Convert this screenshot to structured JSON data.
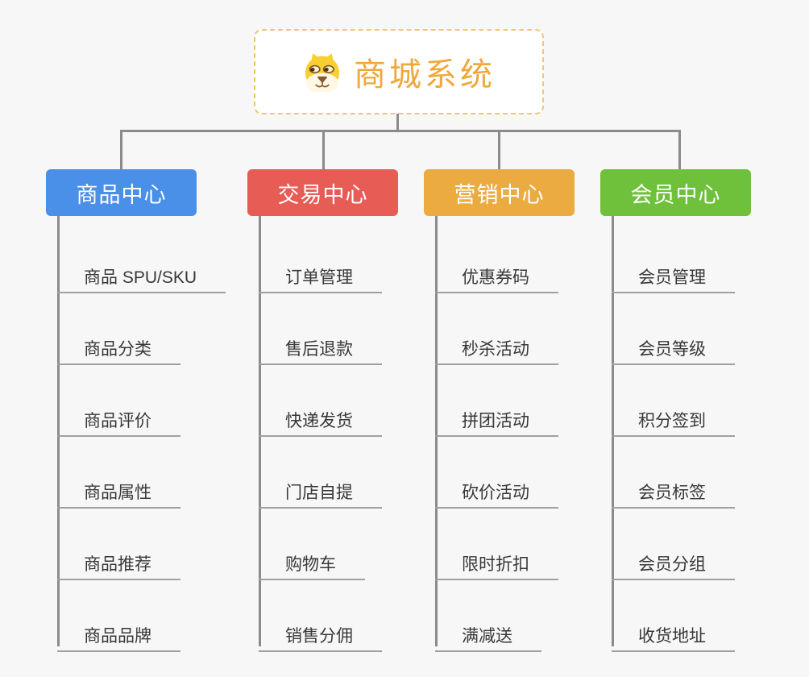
{
  "page": {
    "background": "#F7F7F7",
    "connector_color": "#8B8B8B",
    "underline_color": "#A0A0A0"
  },
  "root": {
    "title": "商城系统",
    "title_color": "#F0A73C",
    "border_color": "#F2C56F",
    "icon": "doge-face-icon"
  },
  "branches": [
    {
      "label": "商品中心",
      "color": "#4A8FE8",
      "items": [
        "商品 SPU/SKU",
        "商品分类",
        "商品评价",
        "商品属性",
        "商品推荐",
        "商品品牌"
      ]
    },
    {
      "label": "交易中心",
      "color": "#E75C55",
      "items": [
        "订单管理",
        "售后退款",
        "快递发货",
        "门店自提",
        "购物车",
        "销售分佣"
      ]
    },
    {
      "label": "营销中心",
      "color": "#EBAB41",
      "items": [
        "优惠券码",
        "秒杀活动",
        "拼团活动",
        "砍价活动",
        "限时折扣",
        "满减送"
      ]
    },
    {
      "label": "会员中心",
      "color": "#6FC13C",
      "items": [
        "会员管理",
        "会员等级",
        "积分签到",
        "会员标签",
        "会员分组",
        "收货地址"
      ]
    }
  ]
}
